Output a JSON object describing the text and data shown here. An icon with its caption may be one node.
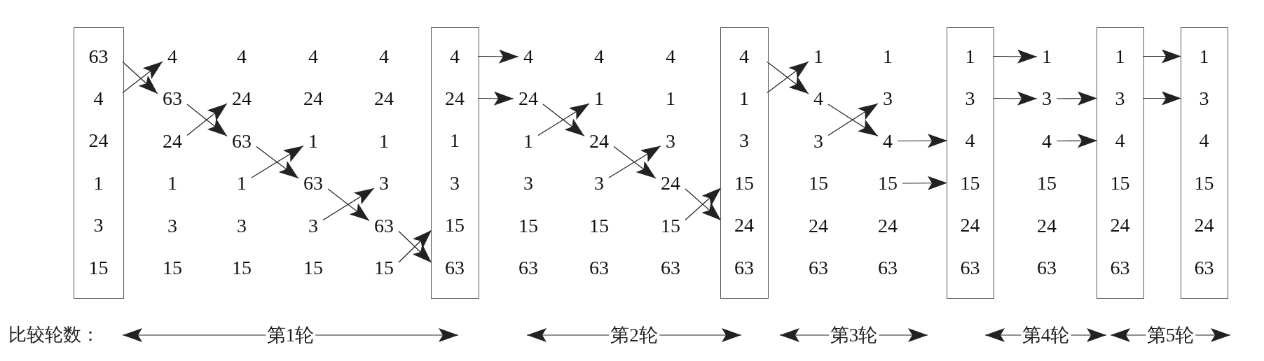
{
  "diagram": {
    "nodes": [
      {
        "text": [],
        "shape": "box"
      },
      {
        "text": [
          "63"
        ],
        "in": 0
      },
      {
        "text": [
          "4"
        ],
        "in": 0
      },
      {
        "text": [
          "24"
        ],
        "in": 0
      },
      {
        "text": [
          "1"
        ],
        "in": 0
      },
      {
        "text": [
          "3"
        ],
        "in": 0
      },
      {
        "text": [
          "15"
        ],
        "in": 0
      },
      {
        "text": [
          "4"
        ]
      },
      {
        "text": [
          "63"
        ]
      },
      {
        "text": [
          "24"
        ]
      },
      {
        "text": [
          "24"
        ]
      },
      {
        "text": [
          "63"
        ]
      },
      {
        "text": [
          "1"
        ]
      },
      {
        "text": [
          "1"
        ]
      },
      {
        "text": [
          "63"
        ]
      },
      {
        "text": [
          "3"
        ]
      },
      {
        "text": [
          "3"
        ]
      },
      {
        "text": [
          "63"
        ]
      },
      {
        "text": [
          "15"
        ]
      },
      {
        "text": [],
        "shape": "box"
      },
      {
        "text": [
          "4"
        ],
        "in": 19
      },
      {
        "text": [
          "24"
        ],
        "in": 19
      },
      {
        "text": [
          "1"
        ],
        "in": 19
      },
      {
        "text": [
          "3"
        ],
        "in": 19
      },
      {
        "text": [
          "15"
        ],
        "in": 19
      },
      {
        "text": [
          "63"
        ],
        "in": 19
      },
      {
        "text": [
          "4"
        ]
      },
      {
        "text": [
          "24"
        ]
      },
      {
        "text": [
          "1"
        ]
      },
      {
        "text": [
          "1"
        ]
      },
      {
        "text": [
          "24"
        ]
      },
      {
        "text": [
          "3"
        ]
      },
      {
        "text": [
          "3"
        ]
      },
      {
        "text": [
          "24"
        ]
      },
      {
        "text": [
          "15"
        ]
      },
      {
        "text": [],
        "shape": "box"
      },
      {
        "text": [
          "4"
        ],
        "in": 35
      },
      {
        "text": [
          "1"
        ],
        "in": 35
      },
      {
        "text": [
          "3"
        ],
        "in": 35
      },
      {
        "text": [
          "15"
        ],
        "in": 35
      },
      {
        "text": [
          "24"
        ],
        "in": 35
      },
      {
        "text": [
          "63"
        ],
        "in": 35
      },
      {
        "text": [
          "1"
        ]
      },
      {
        "text": [
          "4"
        ]
      },
      {
        "text": [
          "3"
        ]
      },
      {
        "text": [
          "3"
        ]
      },
      {
        "text": [
          "4"
        ]
      },
      {
        "text": [
          "15"
        ]
      },
      {
        "text": [],
        "shape": "box"
      },
      {
        "text": [
          "1"
        ],
        "in": 48
      },
      {
        "text": [
          "3"
        ],
        "in": 48
      },
      {
        "text": [
          "4"
        ],
        "in": 48
      },
      {
        "text": [
          "15"
        ],
        "in": 48
      },
      {
        "text": [
          "24"
        ],
        "in": 48
      },
      {
        "text": [
          "63"
        ],
        "in": 48
      },
      {
        "text": [
          "1"
        ]
      },
      {
        "text": [
          "3"
        ]
      },
      {
        "text": [
          "4"
        ]
      },
      {
        "text": [],
        "shape": "box"
      },
      {
        "text": [
          "1"
        ],
        "in": 58
      },
      {
        "text": [
          "3"
        ],
        "in": 58
      },
      {
        "text": [
          "4"
        ],
        "in": 58
      },
      {
        "text": [
          "15"
        ],
        "in": 58
      },
      {
        "text": [
          "24"
        ],
        "in": 58
      },
      {
        "text": [
          "63"
        ],
        "in": 58
      },
      {
        "text": [],
        "shape": "box"
      },
      {
        "text": [
          "1"
        ],
        "in": 65
      },
      {
        "text": [
          "3"
        ],
        "in": 65
      },
      {
        "text": [
          "4"
        ],
        "in": 65
      },
      {
        "text": [
          "15"
        ],
        "in": 65
      },
      {
        "text": [
          "24"
        ],
        "in": 65
      },
      {
        "text": [
          "63"
        ],
        "in": 65
      }
    ],
    "edges": [
      {
        "from": 1,
        "to": 8,
        "arrow": "to"
      },
      {
        "from": 2,
        "to": 7,
        "arrow": "to"
      },
      {
        "from": 8,
        "to": 11,
        "arrow": "to"
      },
      {
        "from": 9,
        "to": 10,
        "arrow": "to"
      },
      {
        "from": 11,
        "to": 14,
        "arrow": "to"
      },
      {
        "from": 12,
        "to": 13,
        "arrow": "to"
      },
      {
        "from": 14,
        "to": 17,
        "arrow": "to"
      },
      {
        "from": 15,
        "to": 16,
        "arrow": "to"
      },
      {
        "from": 17,
        "to": 25,
        "arrow": "to"
      },
      {
        "from": 18,
        "to": 24,
        "arrow": "to"
      },
      {
        "from": 20,
        "to": 26,
        "arrow": "to"
      },
      {
        "from": 21,
        "to": 27,
        "arrow": "to"
      },
      {
        "from": 27,
        "to": 30,
        "arrow": "to"
      },
      {
        "from": 28,
        "to": 29,
        "arrow": "to"
      },
      {
        "from": 30,
        "to": 33,
        "arrow": "to"
      },
      {
        "from": 31,
        "to": 32,
        "arrow": "to"
      },
      {
        "from": 33,
        "to": 40,
        "arrow": "to"
      },
      {
        "from": 34,
        "to": 39,
        "arrow": "to"
      },
      {
        "from": 36,
        "to": 43,
        "arrow": "to"
      },
      {
        "from": 37,
        "to": 42,
        "arrow": "to"
      },
      {
        "from": 43,
        "to": 46,
        "arrow": "to"
      },
      {
        "from": 44,
        "to": 45,
        "arrow": "to"
      },
      {
        "from": 46,
        "to": 51,
        "arrow": "to"
      },
      {
        "from": 47,
        "to": 52,
        "arrow": "to"
      },
      {
        "from": 49,
        "to": 55,
        "arrow": "to"
      },
      {
        "from": 50,
        "to": 56,
        "arrow": "to"
      },
      {
        "from": 56,
        "to": 60,
        "arrow": "to"
      },
      {
        "from": 57,
        "to": 61,
        "arrow": "to"
      },
      {
        "from": 59,
        "to": 66,
        "arrow": "to"
      },
      {
        "from": 60,
        "to": 67,
        "arrow": "to"
      }
    ],
    "labels": [
      "1",
      "3",
      "15",
      "4",
      "3",
      "15",
      "4",
      "24",
      "15",
      "4",
      "24",
      "1",
      "3",
      "15",
      "63",
      "4",
      "15",
      "63",
      "4",
      "1",
      "63",
      "15",
      "24",
      "63",
      "1",
      "24",
      "63",
      "15",
      "24",
      "63",
      "比较轮数：",
      "第1轮",
      "第2轮",
      "第3轮",
      "第4轮",
      "第5轮"
    ]
  }
}
